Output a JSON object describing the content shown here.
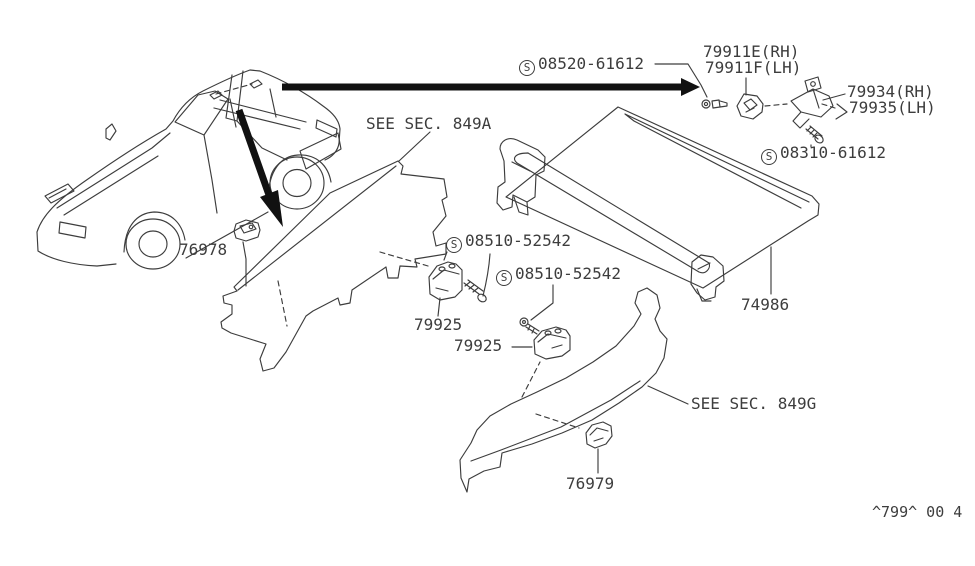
{
  "colors": {
    "background": "#ffffff",
    "line_art": "#3d3d3d",
    "arrow_fill": "#111111"
  },
  "symbols": {
    "screw_standard": "S"
  },
  "labels": {
    "screw_08520": "08520-61612",
    "clip_79911e_rh": "79911E(RH)",
    "clip_79911f_lh": "79911F(LH)",
    "holder_79934_rh": "79934(RH)",
    "holder_79935_lh": "79935(LH)",
    "screw_08310": "08310-61612",
    "see_sec_849a": "SEE SEC. 849A",
    "clip_76978": "76978",
    "screw_08510_upper": "08510-52542",
    "screw_08510_lower": "08510-52542",
    "clip_79925_upper": "79925",
    "clip_79925_lower": "79925",
    "shelf_74986": "74986",
    "see_sec_849g": "SEE SEC. 849G",
    "clip_76979": "76979",
    "drawing_code": "^799^ 00 4"
  }
}
